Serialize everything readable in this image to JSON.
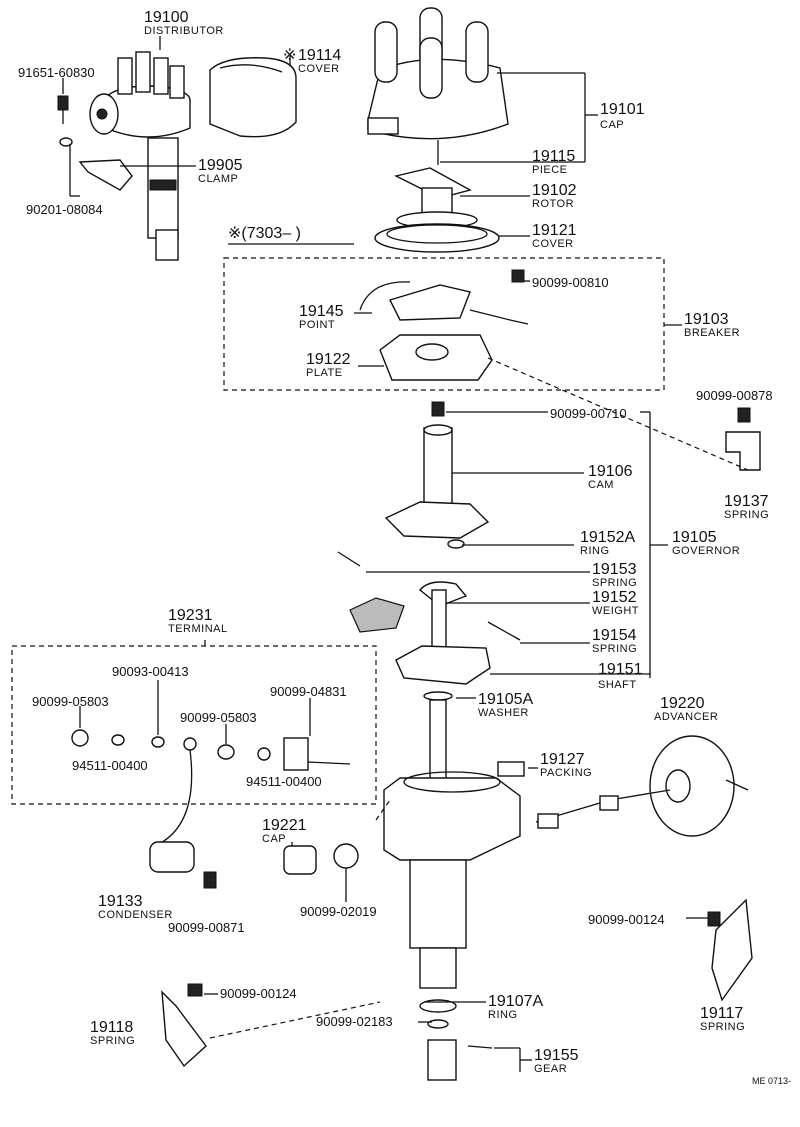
{
  "parts": {
    "distributor": {
      "num": "19100",
      "name": "DISTRIBUTOR"
    },
    "cover_small": {
      "num": "19114",
      "name": "COVER",
      "mark": "※"
    },
    "bolt_91651": {
      "num": "91651-60830"
    },
    "clamp": {
      "num": "19905",
      "name": "CLAMP"
    },
    "washer_90201": {
      "num": "90201-08084"
    },
    "cap": {
      "num": "19101",
      "name": "CAP"
    },
    "piece": {
      "num": "19115",
      "name": "PIECE"
    },
    "rotor": {
      "num": "19102",
      "name": "ROTOR"
    },
    "cover": {
      "num": "19121",
      "name": "COVER"
    },
    "note": {
      "text": "※(7303–     )"
    },
    "screw_00810": {
      "num": "90099-00810"
    },
    "point": {
      "num": "19145",
      "name": "POINT"
    },
    "breaker": {
      "num": "19103",
      "name": "BREAKER"
    },
    "plate": {
      "num": "19122",
      "name": "PLATE"
    },
    "screw_00878": {
      "num": "90099-00878"
    },
    "screw_00710": {
      "num": "90099-00710"
    },
    "cam": {
      "num": "19106",
      "name": "CAM"
    },
    "spring_19137": {
      "num": "19137",
      "name": "SPRING"
    },
    "ring_19152a": {
      "num": "19152A",
      "name": "RING"
    },
    "governor": {
      "num": "19105",
      "name": "GOVERNOR"
    },
    "spring_19153": {
      "num": "19153",
      "name": "SPRING"
    },
    "weight": {
      "num": "19152",
      "name": "WEIGHT"
    },
    "terminal": {
      "num": "19231",
      "name": "TERMINAL"
    },
    "spring_19154": {
      "num": "19154",
      "name": "SPRING"
    },
    "shaft": {
      "num": "19151",
      "name": "SHAFT"
    },
    "nut_00413": {
      "num": "90093-00413"
    },
    "bolt_04831": {
      "num": "90099-04831"
    },
    "nut_05803_a": {
      "num": "90099-05803"
    },
    "nut_05803_b": {
      "num": "90099-05803"
    },
    "washer_19105a": {
      "num": "19105A",
      "name": "WASHER"
    },
    "advancer": {
      "num": "19220",
      "name": "ADVANCER"
    },
    "washer_00400_a": {
      "num": "94511-00400"
    },
    "washer_00400_b": {
      "num": "94511-00400"
    },
    "packing": {
      "num": "19127",
      "name": "PACKING"
    },
    "cap_19221": {
      "num": "19221",
      "name": "CAP"
    },
    "condenser": {
      "num": "19133",
      "name": "CONDENSER"
    },
    "oring_02019": {
      "num": "90099-02019"
    },
    "screw_00871": {
      "num": "90099-00871"
    },
    "screw_00124_a": {
      "num": "90099-00124"
    },
    "spring_19117": {
      "num": "19117",
      "name": "SPRING"
    },
    "screw_00124_b": {
      "num": "90099-00124"
    },
    "ring_19107a": {
      "num": "19107A",
      "name": "RING"
    },
    "spring_19118": {
      "num": "19118",
      "name": "SPRING"
    },
    "oring_02183": {
      "num": "90099-02183"
    },
    "gear": {
      "num": "19155",
      "name": "GEAR"
    }
  },
  "footer": {
    "code": "ME 0713-"
  }
}
